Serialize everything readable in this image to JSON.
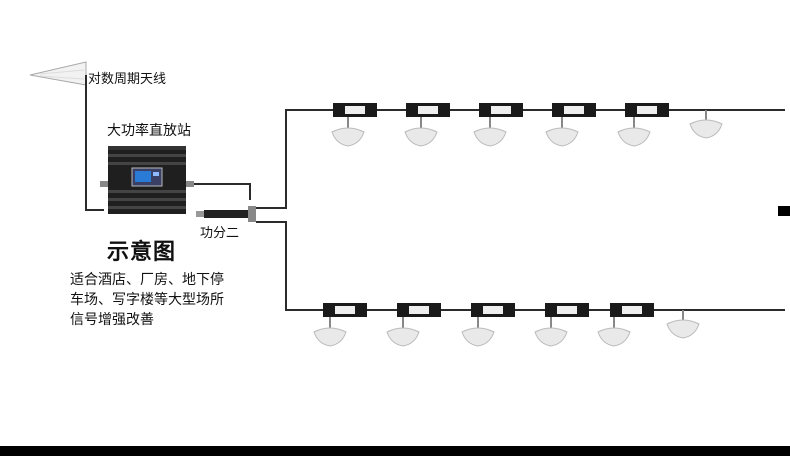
{
  "labels": {
    "antenna": "对数周期天线",
    "repeater": "大功率直放站",
    "splitter": "功分二",
    "title": "示意图",
    "description": [
      "适合酒店、厂房、地下停",
      "车场、写字楼等大型场所",
      "信号增强改善"
    ]
  },
  "topology": {
    "branches": [
      {
        "name": "upper",
        "couplers": 5,
        "ceiling_antennas": 6
      },
      {
        "name": "lower",
        "couplers": 5,
        "ceiling_antennas": 6
      }
    ]
  },
  "colors": {
    "background": "#ffffff",
    "frame": "#000000",
    "cable": "#2b2b2b",
    "device_body": "#1a1a1a",
    "display": "#2a7bd6",
    "antenna": "#e9e9e9"
  },
  "icons": {
    "antenna": "log-periodic-antenna-icon",
    "repeater": "signal-repeater-icon",
    "coupler": "coupler-icon",
    "ceiling_antenna": "ceiling-antenna-icon",
    "splitter": "power-splitter-icon"
  }
}
